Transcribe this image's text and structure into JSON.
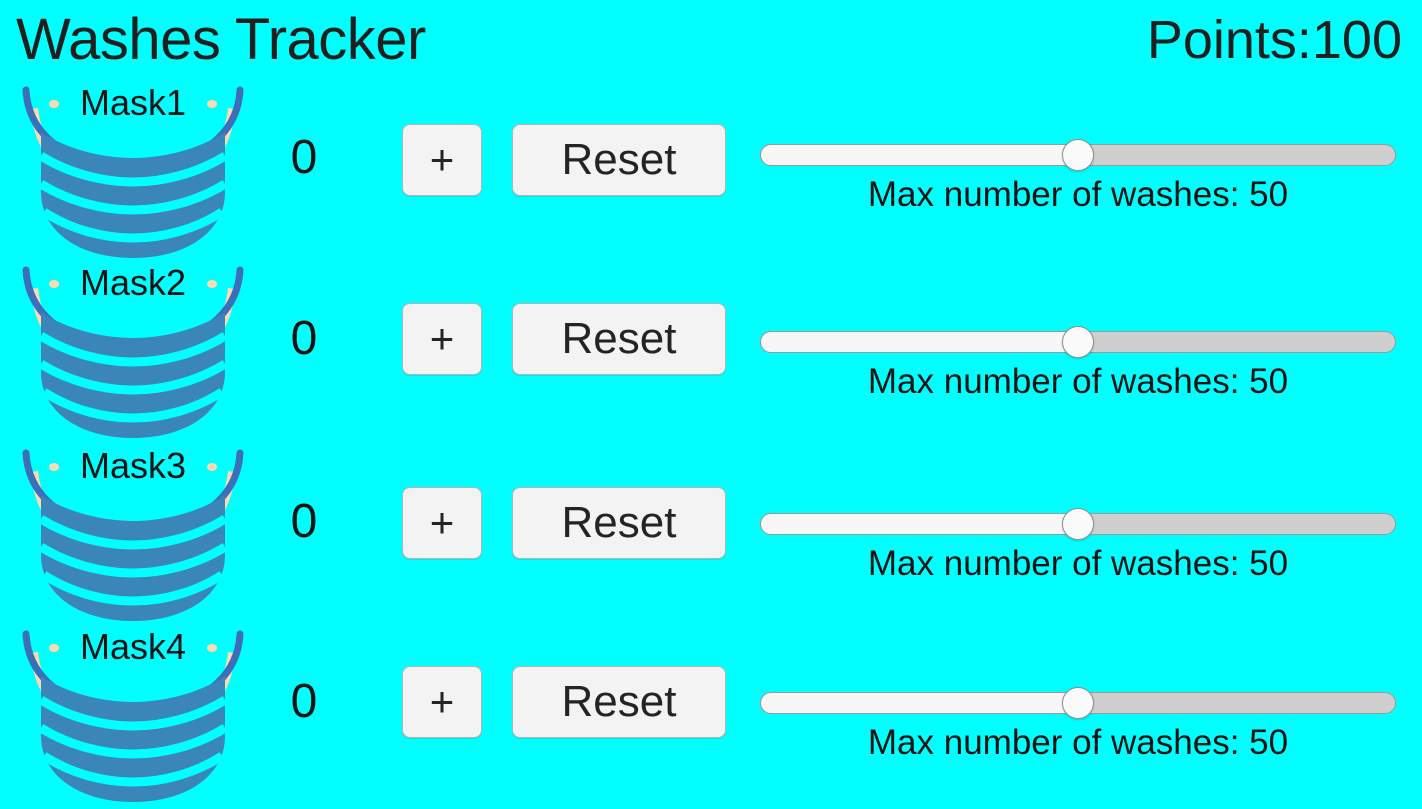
{
  "header": {
    "title": "Washes Tracker",
    "points_label": "Points:100"
  },
  "slider_caption_prefix": "Max number of washes: ",
  "buttons": {
    "increment_label": "+",
    "reset_label": "Reset"
  },
  "icons": {
    "mask": "face-mask-icon"
  },
  "colors": {
    "background": "#00ffff",
    "mask_body": "#3b86b9",
    "mask_outline": "#3b6fb9",
    "mask_strap": "#ffd9b0",
    "text": "#131313",
    "button_face": "#f3f3f3",
    "button_border": "#b4b4b4",
    "slider_track": "#cfcfcf",
    "slider_fill": "#f7f7f7",
    "slider_thumb": "#fbfbfb"
  },
  "rows": [
    {
      "mask_name": "Mask1",
      "count": "0",
      "increment_label": "+",
      "reset_label": "Reset",
      "max_washes": "50",
      "slider_caption": "Max number of washes: 50",
      "slider_percent": 50
    },
    {
      "mask_name": "Mask2",
      "count": "0",
      "increment_label": "+",
      "reset_label": "Reset",
      "max_washes": "50",
      "slider_caption": "Max number of washes: 50",
      "slider_percent": 50
    },
    {
      "mask_name": "Mask3",
      "count": "0",
      "increment_label": "+",
      "reset_label": "Reset",
      "max_washes": "50",
      "slider_caption": "Max number of washes: 50",
      "slider_percent": 50
    },
    {
      "mask_name": "Mask4",
      "count": "0",
      "increment_label": "+",
      "reset_label": "Reset",
      "max_washes": "50",
      "slider_caption": "Max number of washes: 50",
      "slider_percent": 50
    }
  ]
}
